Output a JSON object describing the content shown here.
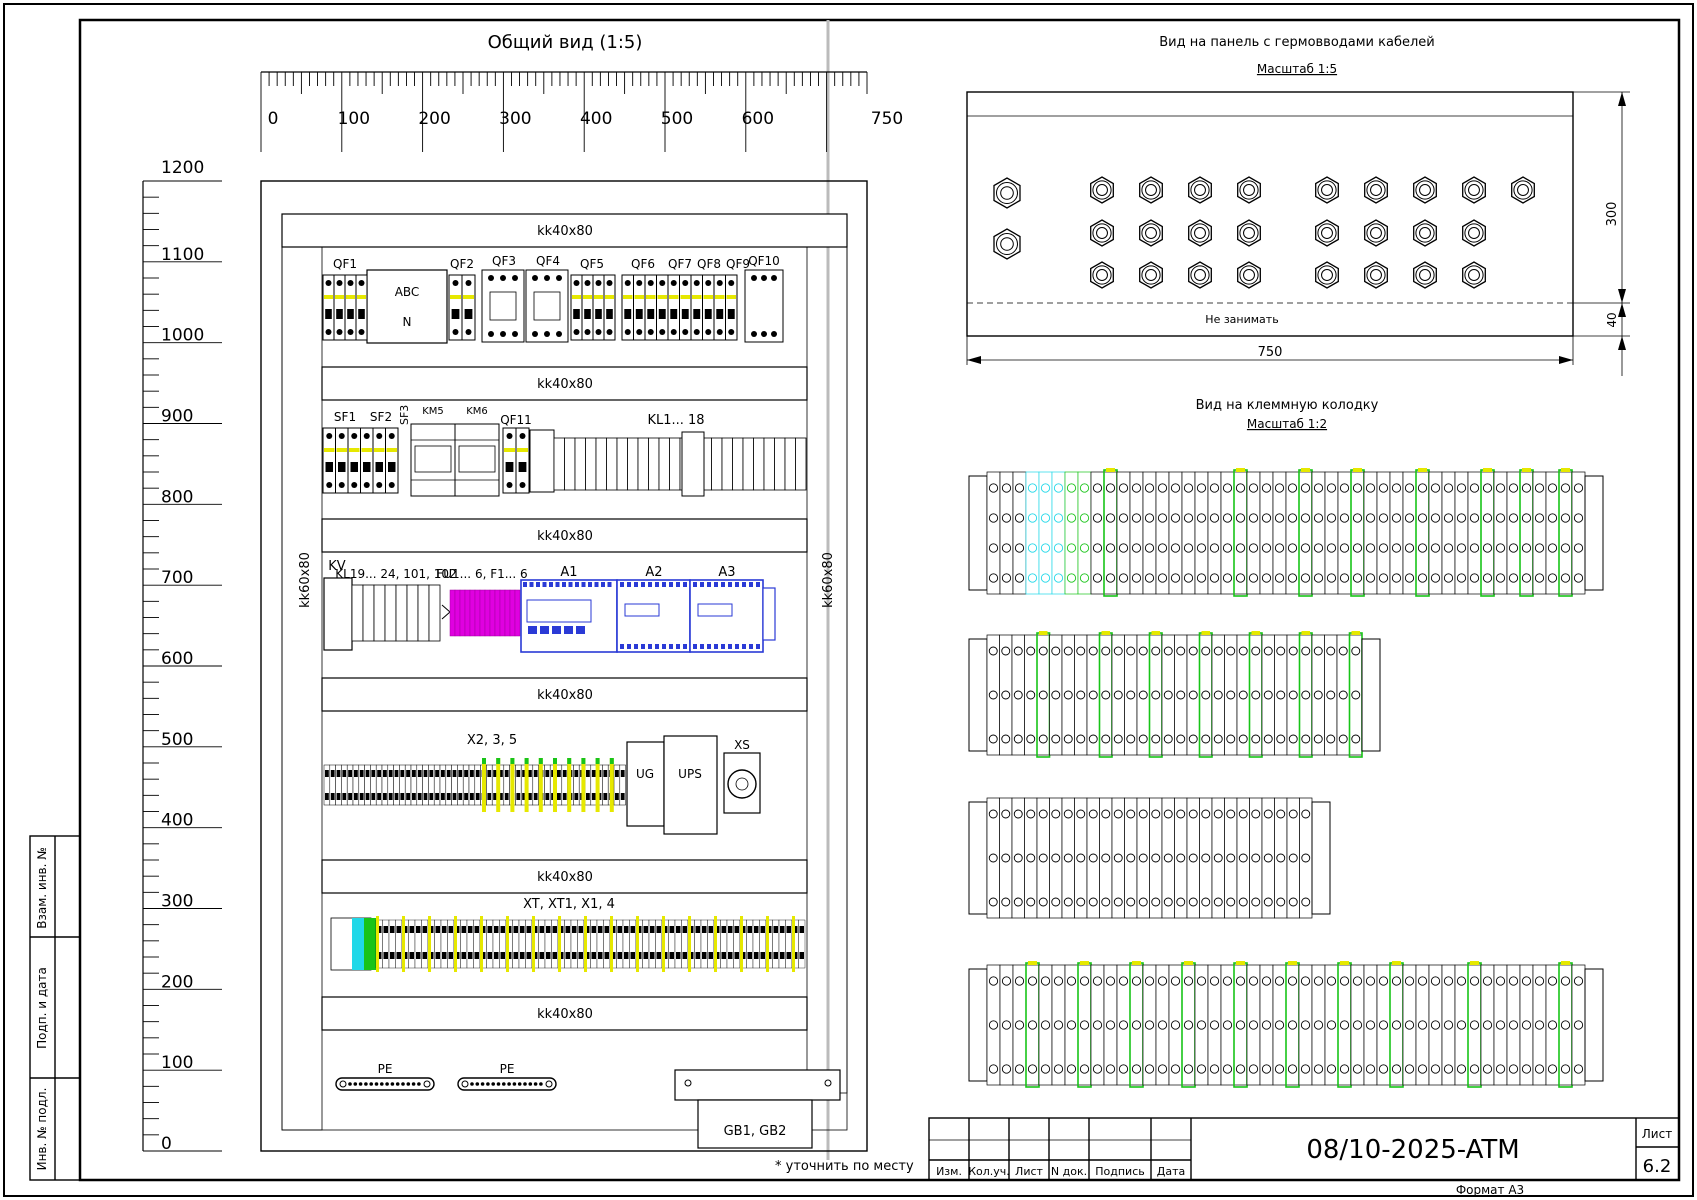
{
  "general_view": {
    "title": "Общий вид (1:5)",
    "h_ruler_labels": [
      "0",
      "100",
      "200",
      "300",
      "400",
      "500",
      "600",
      "750"
    ],
    "v_ruler_labels": [
      "1200",
      "1100",
      "1000",
      "900",
      "800",
      "700",
      "600",
      "500",
      "400",
      "300",
      "200",
      "100",
      "0"
    ],
    "ducts": [
      "kk40x80",
      "kk40x80",
      "kk40x80",
      "kk40x80",
      "kk40x80",
      "kk40x80"
    ],
    "side_ducts": [
      "kk60x80",
      "kk60x80"
    ],
    "row1": {
      "qf": [
        "QF1",
        "QF2",
        "QF3",
        "QF4",
        "QF5",
        "QF6",
        "QF7",
        "QF8",
        "QF9",
        "QF10"
      ],
      "avr_top": "ABC",
      "avr_bottom": "N"
    },
    "row2": {
      "sf": [
        "SF1",
        "SF2",
        "SF3"
      ],
      "km": [
        "KM5",
        "KM6"
      ],
      "qf11": "QF11",
      "kl": "KL1... 18"
    },
    "row3": {
      "kv": "KV",
      "kl": "KL19... 24, 101, 102",
      "fu": "FU1... 6, F1... 6",
      "modules": [
        "A1",
        "A2",
        "A3"
      ]
    },
    "row4": {
      "terminals": "X2, 3, 5",
      "ug": "UG",
      "ups": "UPS",
      "xs": "XS"
    },
    "row5": {
      "terminals": "XT, XT1, X1, 4"
    },
    "row6": {
      "pe": [
        "PE",
        "PE"
      ],
      "gb": "GB1, GB2"
    },
    "footnote": "* уточнить по месту"
  },
  "gland_view": {
    "title": "Вид на панель с гермовводами кабелей",
    "scale": "Масштаб 1:5",
    "keep_clear": "Не занимать",
    "dim_width": "750",
    "dim_height": "300",
    "dim_bottom": "40"
  },
  "terminal_view": {
    "title": "Вид на клеммную колодку",
    "scale": "Масштаб 1:2"
  },
  "side_stamp": {
    "labels": [
      "Взам. инв. №",
      "Подп. и дата",
      "Инв. № подл."
    ]
  },
  "title_block": {
    "columns": [
      "Изм.",
      "Кол.уч.",
      "Лист",
      "N док.",
      "Подпись",
      "Дата"
    ],
    "code": "08/10-2025-ATM",
    "sheet_label": "Лист",
    "sheet_number": "6.2",
    "format": "Формат А3"
  },
  "colors": {
    "magenta": "#e000e0",
    "blue": "#2a3ad6",
    "yellow": "#e6e800",
    "green": "#18c418",
    "cyan": "#20d8e8"
  }
}
